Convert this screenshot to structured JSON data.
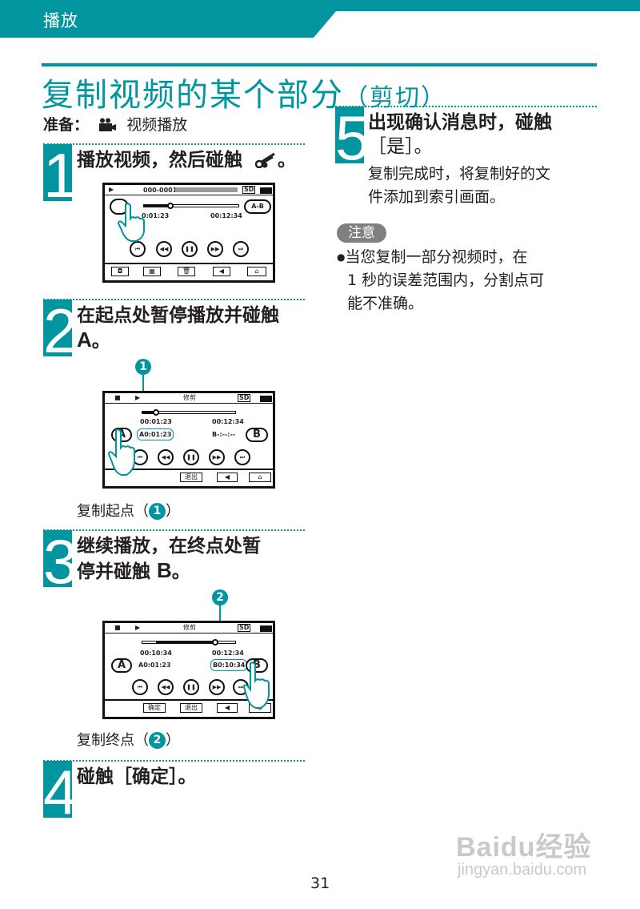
{
  "header": {
    "section": "播放"
  },
  "title": {
    "main": "复制视频的某个部分",
    "sub": "（剪切）"
  },
  "preparation": {
    "label": "准备：",
    "icon": "video-camera-icon",
    "text": "视频播放"
  },
  "steps": [
    {
      "num": "1",
      "text": "播放视频，然后碰触",
      "tail": "。",
      "icon": "scissors-icon"
    },
    {
      "num": "2",
      "line1": "在起点处暂停播放并碰触",
      "line2": "A",
      "tail": "。"
    },
    {
      "num": "3",
      "line1": "继续播放，在终点处暂",
      "line2": "停并碰触",
      "key": "B",
      "tail": "。"
    },
    {
      "num": "4",
      "text": "碰触［确定］。"
    },
    {
      "num": "5",
      "line1": "出现确认消息时，碰触",
      "line2": "［是］。",
      "body1": "复制完成时，将复制好的文",
      "body2": "件添加到索引画面。"
    }
  ],
  "screen1": {
    "file": "000-0001",
    "sd": "SD",
    "time_left": "0:01:23",
    "time_right": "00:12:34",
    "ab": "A-B"
  },
  "screen2": {
    "title": "修剪",
    "sd": "SD",
    "time_left": "00:01:23",
    "time_right": "00:12:34",
    "a_value": "A0:01:23",
    "b_value": "B-:--:--",
    "a_label": "A",
    "b_label": "B",
    "exit": "退出"
  },
  "screen3": {
    "title": "修剪",
    "sd": "SD",
    "time_left": "00:10:34",
    "time_right": "00:12:34",
    "a_value": "A0:01:23",
    "b_value": "B0:10:34",
    "a_label": "A",
    "b_label": "B",
    "ok": "确定",
    "exit": "退出"
  },
  "callouts": {
    "one": "1",
    "two": "2"
  },
  "captions": {
    "start": "复制起点（",
    "end": "复制终点（",
    "close": "）"
  },
  "note": {
    "badge": "注意",
    "bullet": "●",
    "line1": "当您复制一部分视频时，在",
    "line2": "1 秒的误差范围内，分割点可",
    "line3": "能不准确。"
  },
  "page_number": "31",
  "watermark": {
    "brand": "Baidu经验",
    "url": "jingyan.baidu.com"
  },
  "colors": {
    "accent": "#00959f",
    "note_badge": "#7f8082"
  }
}
